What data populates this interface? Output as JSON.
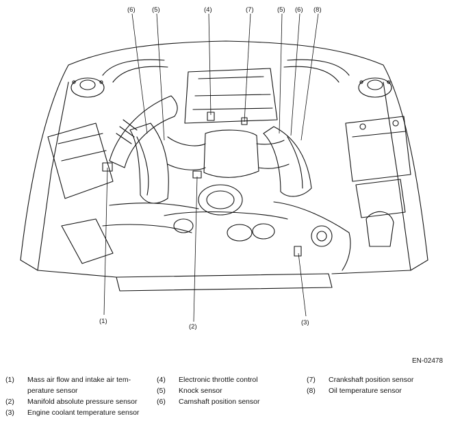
{
  "figure_id": "EN-02478",
  "callouts": {
    "top": [
      "(6)",
      "(5)",
      "(4)",
      "(7)",
      "(5)",
      "(6)",
      "(8)"
    ],
    "bottom": [
      "(1)",
      "(2)",
      "(3)"
    ]
  },
  "legend": {
    "col1": [
      {
        "num": "(1)",
        "line1": "Mass air flow and intake air tem-",
        "line2": "perature sensor"
      },
      {
        "num": "(2)",
        "line1": "Manifold absolute pressure sensor"
      },
      {
        "num": "(3)",
        "line1": "Engine coolant temperature sensor"
      }
    ],
    "col2": [
      {
        "num": "(4)",
        "line1": "Electronic throttle control"
      },
      {
        "num": "(5)",
        "line1": "Knock sensor"
      },
      {
        "num": "(6)",
        "line1": "Camshaft position sensor"
      }
    ],
    "col3": [
      {
        "num": "(7)",
        "line1": "Crankshaft position sensor"
      },
      {
        "num": "(8)",
        "line1": "Oil temperature sensor"
      }
    ]
  }
}
